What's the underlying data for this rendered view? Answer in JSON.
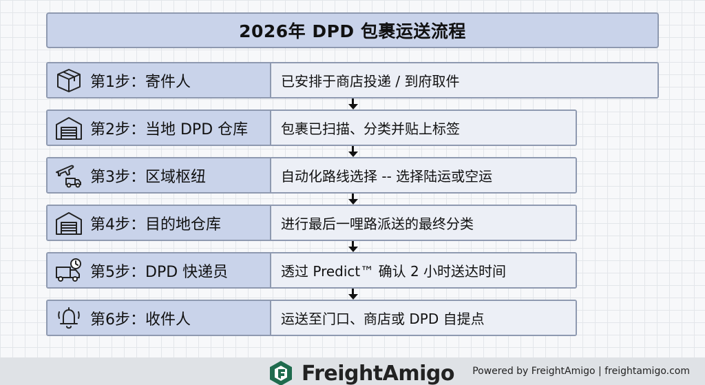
{
  "title": "2026年 DPD 包裹运送流程",
  "steps": [
    {
      "label": "第1步：寄件人",
      "desc": "已安排于商店投递 / 到府取件",
      "icon": "box-icon"
    },
    {
      "label": "第2步：当地 DPD 仓库",
      "desc": "包裹已扫描、分类并贴上标签",
      "icon": "warehouse-icon"
    },
    {
      "label": "第3步：区域枢纽",
      "desc": "自动化路线选择 -- 选择陆运或空运",
      "icon": "plane-truck-icon"
    },
    {
      "label": "第4步：目的地仓库",
      "desc": "进行最后一哩路派送的最终分类",
      "icon": "warehouse-icon"
    },
    {
      "label": "第5步：DPD 快递员",
      "desc": "透过 Predict™ 确认 2 小时送达时间",
      "icon": "truck-clock-icon"
    },
    {
      "label": "第6步：收件人",
      "desc": "运送至门口、商店或 DPD 自提点",
      "icon": "bell-icon"
    }
  ],
  "footer": {
    "brand": "FreightAmigo",
    "powered": "Powered by FreightAmigo | freightamigo.com"
  },
  "colors": {
    "header_fill": "#c9d3ea",
    "desc_fill": "#eceff6",
    "border": "#8e99b0",
    "logo_green": "#1f6b4e"
  }
}
